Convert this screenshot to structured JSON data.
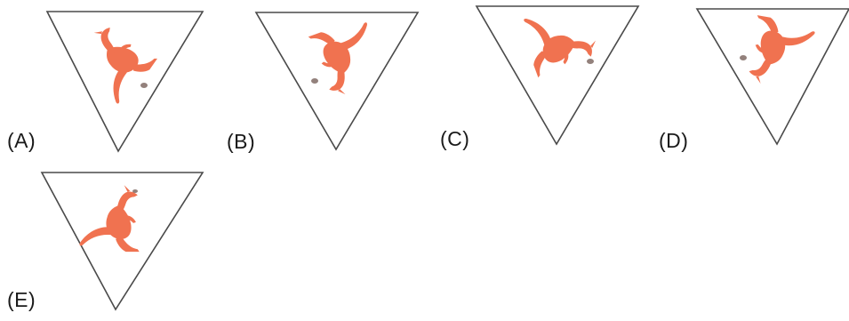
{
  "options": [
    {
      "key": "a",
      "label": "(A)"
    },
    {
      "key": "b",
      "label": "(B)"
    },
    {
      "key": "c",
      "label": "(C)"
    },
    {
      "key": "d",
      "label": "(D)"
    },
    {
      "key": "e",
      "label": "(E)"
    }
  ],
  "colors": {
    "kangaroo": "#f07250",
    "kangaroo_dark": "#3a1a10",
    "triangle_stroke": "#4a4a4a"
  },
  "icons": {
    "figure": "kangaroo-icon",
    "frame": "triangle-outline"
  }
}
